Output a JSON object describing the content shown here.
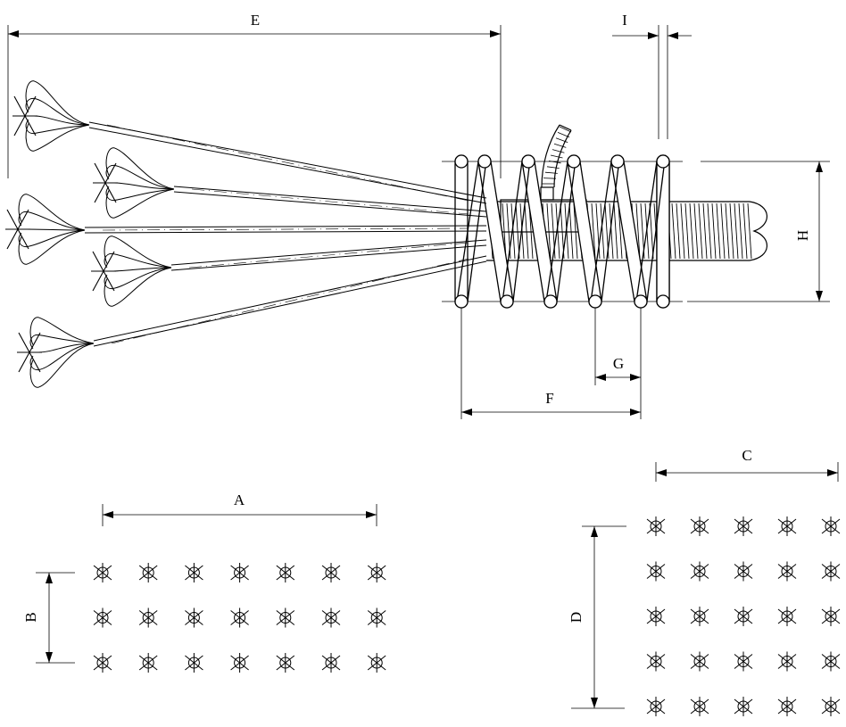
{
  "labels": {
    "E": "E",
    "I": "I",
    "H": "H",
    "G": "G",
    "F": "F",
    "A": "A",
    "B": "B",
    "C": "C",
    "D": "D"
  },
  "colors": {
    "stroke": "#000000",
    "background": "#ffffff"
  },
  "patterns": {
    "left_grid": {
      "columns": 7,
      "rows": 3
    },
    "right_grid": {
      "columns": 5,
      "rows": 5
    }
  },
  "tool": {
    "hooks": 5,
    "coil_turns": 5
  }
}
